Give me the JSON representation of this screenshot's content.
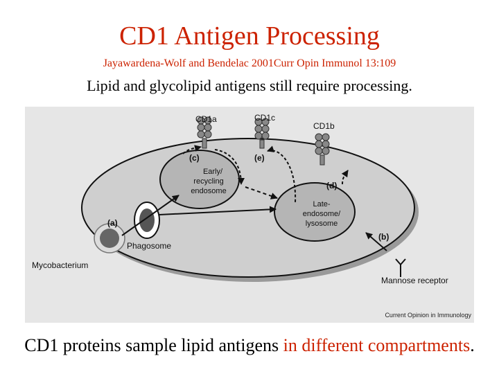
{
  "slide": {
    "title": "CD1 Antigen Processing",
    "citation": "Jayawardena-Wolf and Bendelac 2001Curr Opin Immunol 13:109",
    "subtitle": "Lipid and glycolipid antigens still require processing.",
    "caption_plain": "CD1 proteins sample lipid antigens ",
    "caption_highlight": "in different compartments",
    "caption_end": "."
  },
  "figure": {
    "molecules": {
      "cd1a": "CD1a",
      "cd1c": "CD1c",
      "cd1b": "CD1b"
    },
    "compartments": {
      "early_line1": "Early/",
      "early_line2": "recycling",
      "early_line3": "endosome",
      "late_line1": "Late-",
      "late_line2": "endosome/",
      "late_line3": "lysosome",
      "phagosome": "Phagosome"
    },
    "pathways": {
      "a": "(a)",
      "b": "(b)",
      "c": "(c)",
      "d": "(d)",
      "e": "(e)"
    },
    "external": {
      "mycobacterium": "Mycobacterium",
      "mannose_receptor": "Mannose receptor"
    },
    "source": "Current Opinion in Immunology",
    "colors": {
      "background": "#e6e6e6",
      "cell": "#cccccc",
      "compartment": "#b8b8b8",
      "title_red": "#cc2200"
    }
  }
}
